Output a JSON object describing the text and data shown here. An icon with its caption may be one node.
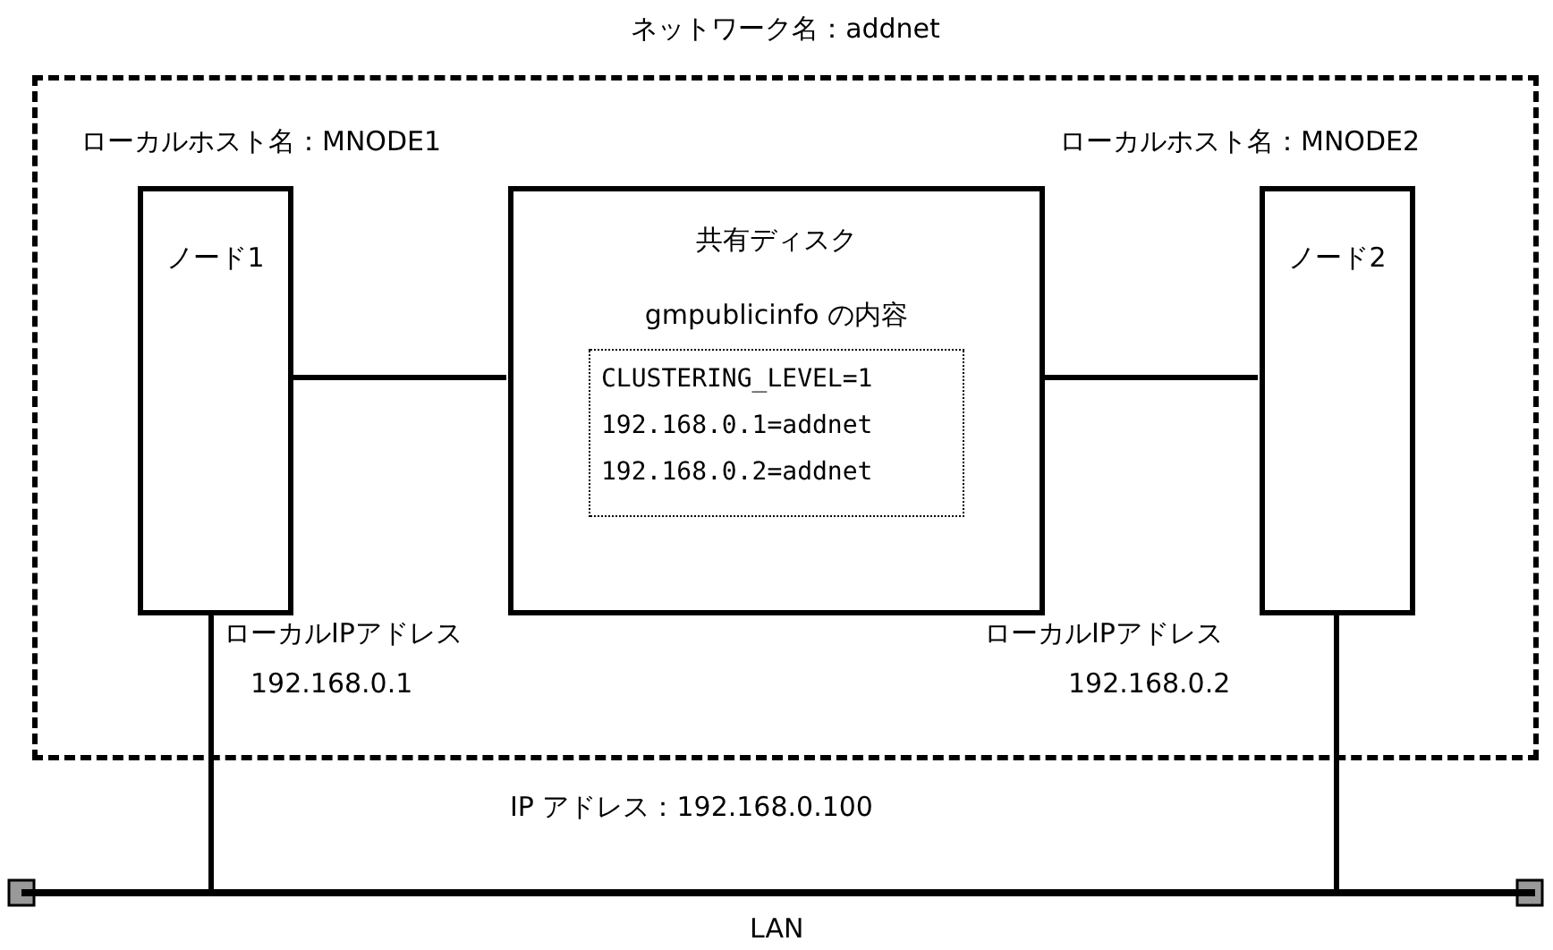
{
  "diagram": {
    "nodes": [
      {
        "text": [
          "ネットワーク名：addnet"
        ]
      },
      {
        "text": [
          "ノード1"
        ],
        "in": 0,
        "beside": [
          "ローカルホスト名：MNODE1",
          "ローカルIPアドレス",
          "192.168.0.1"
        ]
      },
      {
        "text": [
          "共有ディスク",
          "gmpublicinfo の内容"
        ],
        "in": 0
      },
      {
        "text": [
          "CLUSTERING_LEVEL=1",
          "192.168.0.1=addnet",
          "192.168.0.2=addnet"
        ],
        "in": 2
      },
      {
        "text": [
          "ノード2"
        ],
        "in": 0,
        "beside": [
          "ローカルホスト名：MNODE2",
          "ローカルIPアドレス",
          "192.168.0.2"
        ]
      },
      {
        "text": [],
        "shape": "bar",
        "beside": [
          "LAN"
        ]
      }
    ],
    "edges": [
      {
        "from": 1,
        "to": 2,
        "arrow": "none"
      },
      {
        "from": 2,
        "to": 4,
        "arrow": "none"
      },
      {
        "from": 1,
        "to": 5,
        "arrow": "none"
      },
      {
        "from": 4,
        "to": 5,
        "arrow": "none"
      }
    ],
    "labels": [
      "IP アドレス：192.168.0.100"
    ]
  }
}
